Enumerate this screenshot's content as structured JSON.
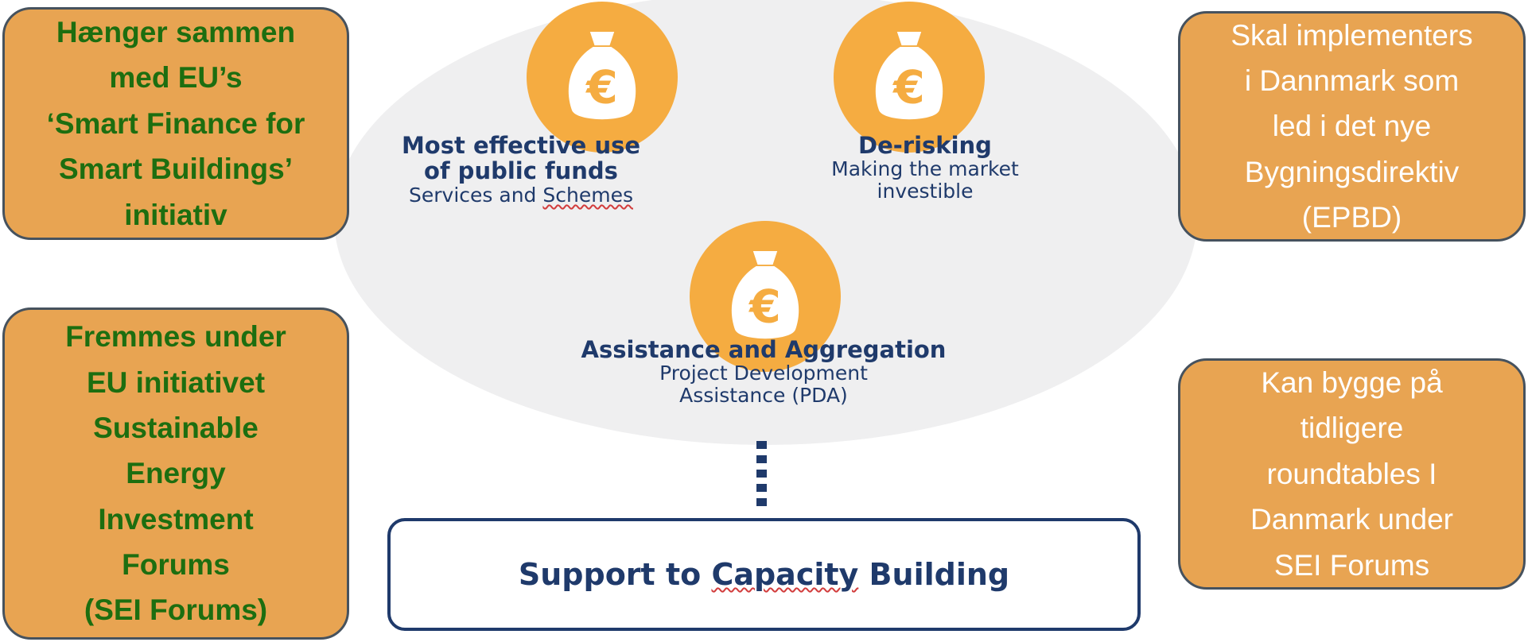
{
  "notes": {
    "top_left": [
      "Hænger sammen",
      "med EU’s",
      "‘Smart Finance for",
      "Smart Buildings’",
      "initiativ"
    ],
    "bottom_left": [
      "Fremmes under",
      "EU initiativet",
      "Sustainable",
      "Energy",
      "Investment",
      "Forums",
      "(SEI Forums)"
    ],
    "top_right": [
      "Skal implementers",
      "i Dannmark som",
      "led i det nye",
      "Bygningsdirektiv",
      "(EPBD)"
    ],
    "bottom_right": [
      "Kan bygge på",
      "tidligere",
      "roundtables I",
      "Danmark under",
      "SEI Forums"
    ]
  },
  "pillars": {
    "public_funds": {
      "title_line1": "Most effective use",
      "title_line2": "of public funds",
      "sub_part1": "Services and ",
      "sub_part2": "Schemes"
    },
    "derisking": {
      "title": "De-risking",
      "sub_line1": "Making the market",
      "sub_line2": "investible"
    },
    "assistance": {
      "title": "Assistance and Aggregation",
      "sub_line1": "Project Development",
      "sub_line2": "Assistance (PDA)"
    }
  },
  "capacity": {
    "part1": "Support to ",
    "part2": "Capacity",
    "part3": " Building"
  },
  "icon": {
    "name": "money-bag-euro-icon",
    "glyph": "€"
  },
  "colors": {
    "bag": "#f5ac41",
    "navy": "#1f3a6b",
    "note_fill": "#e8a452",
    "note_green_text": "#1d6e10",
    "ellipse": "#efeff0"
  }
}
